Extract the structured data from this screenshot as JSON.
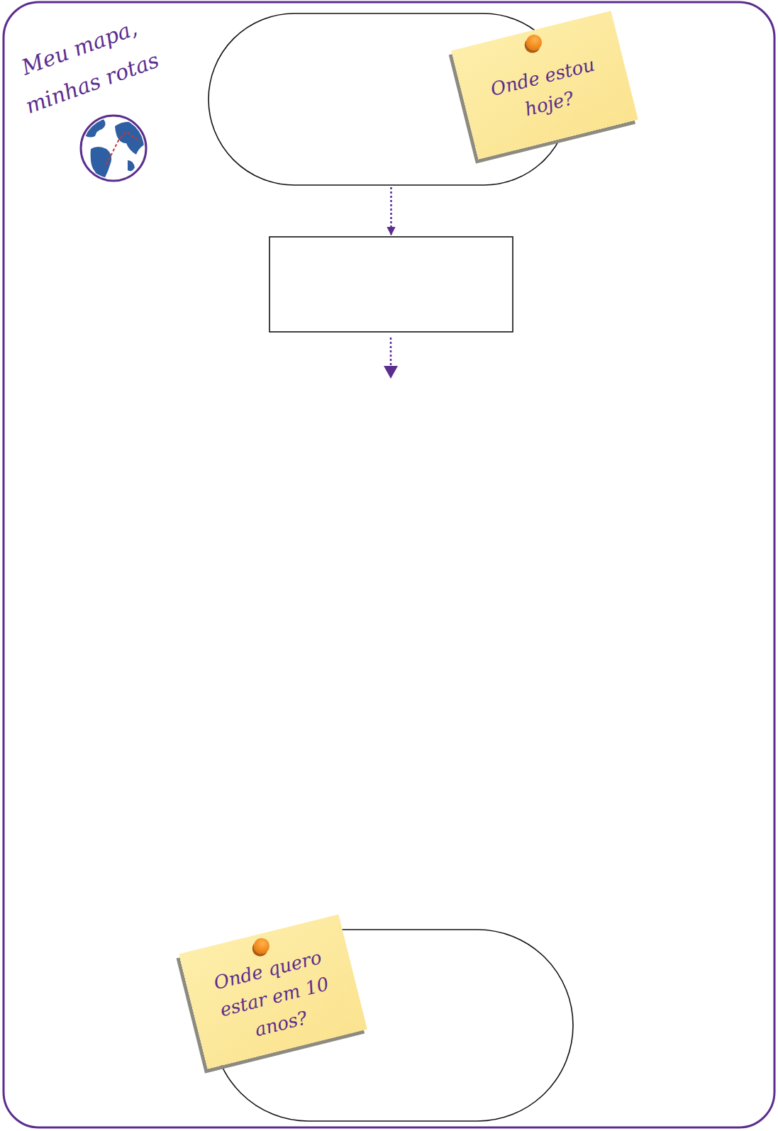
{
  "diagram": {
    "title": "Meu mapa, minhas rotas",
    "nodes": [
      {
        "text": [
          "Onde estou hoje?"
        ]
      },
      {
        "text": []
      },
      {
        "text": [
          "Onde quero estar em 10 anos?"
        ]
      }
    ],
    "edges": [
      {
        "from": 0,
        "to": 1,
        "arrow": "to"
      }
    ]
  }
}
